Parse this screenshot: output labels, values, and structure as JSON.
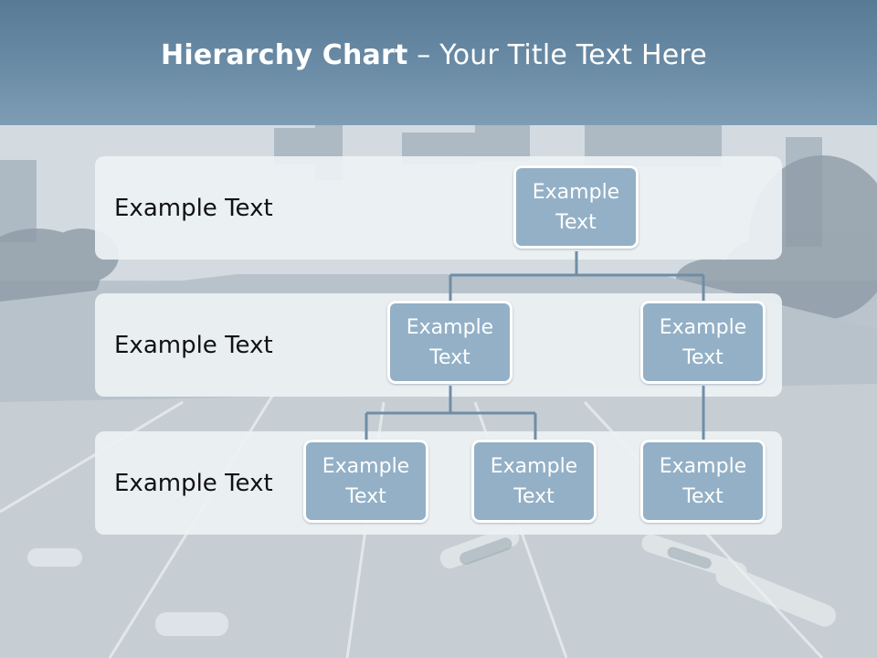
{
  "slide": {
    "title_bold": "Hierarchy Chart",
    "title_separator": " – ",
    "title_rest": "Your Title Text Here"
  },
  "levels": [
    {
      "label": "Example Text"
    },
    {
      "label": "Example Text"
    },
    {
      "label": "Example Text"
    }
  ],
  "nodes": {
    "root": "Example\nText",
    "level2_left": "Example\nText",
    "level2_right": "Example\nText",
    "level3_a": "Example\nText",
    "level3_b": "Example\nText",
    "level3_c": "Example\nText"
  },
  "colors": {
    "title_bar": "#6b8ca6",
    "node_fill": "#93b0c6",
    "node_border": "#ffffff",
    "connector": "#6f8ea6",
    "band": "#edf1f4"
  }
}
